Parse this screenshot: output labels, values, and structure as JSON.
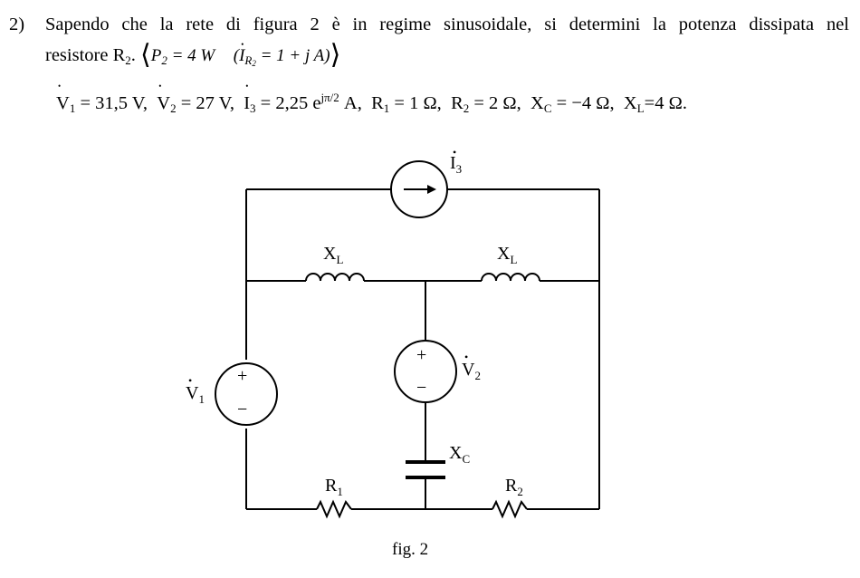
{
  "problem": {
    "number": "2)",
    "text_line1": "Sapendo che la rete di figura 2 è in regime sinusoidale, si determini la potenza dissipata nel",
    "text_line2_prefix": "resistore R",
    "text_line2_sub": "2",
    "text_line2_suffix": ".",
    "answer_p": "P",
    "answer_p_sub": "2",
    "answer_p_val": " = 4 W",
    "answer_i": "I",
    "answer_i_sub": "R",
    "answer_i_subsub": "2",
    "answer_i_val": " = 1 + j A)"
  },
  "given": {
    "v1": "V",
    "v1_sub": "1",
    "v1_val": " = 31,5 V,",
    "v2": "V",
    "v2_sub": "2",
    "v2_val": " = 27 V,",
    "i3": "I",
    "i3_sub": "3",
    "i3_val": " = 2,25 e",
    "i3_sup": "jπ/2",
    "i3_unit": " A,",
    "r1": "R",
    "r1_sub": "1",
    "r1_val": " = 1 Ω,",
    "r2": "R",
    "r2_sub": "2",
    "r2_val": " = 2 Ω,",
    "xc": "X",
    "xc_sub": "C",
    "xc_val": " = −4 Ω,",
    "xl": "X",
    "xl_sub": "L",
    "xl_val": "=4 Ω."
  },
  "circuit": {
    "i3_label": "I",
    "i3_label_sub": "3",
    "xl_left": "X",
    "xl_left_sub": "L",
    "xl_right": "X",
    "xl_right_sub": "L",
    "v1_label": "V",
    "v1_label_sub": "1",
    "v2_label": "V",
    "v2_label_sub": "2",
    "xc_label": "X",
    "xc_label_sub": "C",
    "r1_label": "R",
    "r1_label_sub": "1",
    "r2_label": "R",
    "r2_label_sub": "2",
    "plus": "+",
    "minus": "−"
  },
  "caption": "fig. 2"
}
